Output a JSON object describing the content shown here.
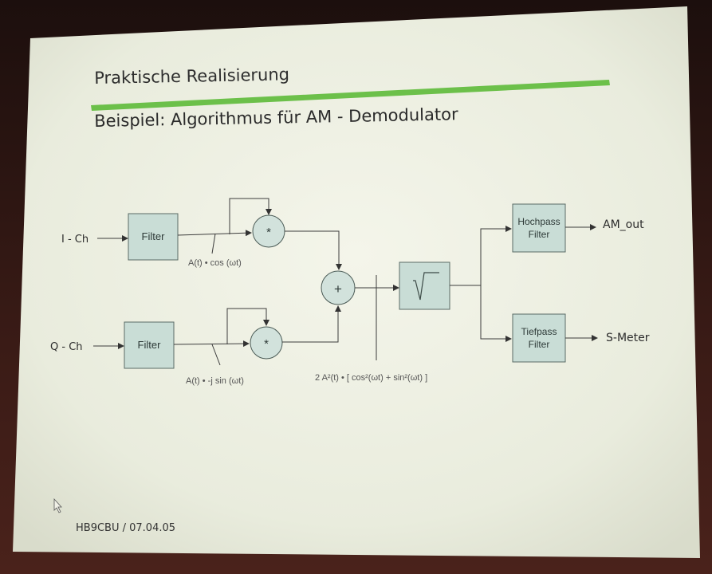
{
  "slide": {
    "title": "Praktische Realisierung",
    "subtitle": "Beispiel: Algorithmus für AM - Demodulator",
    "footer": "HB9CBU / 07.04.05",
    "accent_color": "#6cc04a"
  },
  "diagram": {
    "inputs": {
      "i": "I - Ch",
      "q": "Q - Ch"
    },
    "blocks": {
      "filter_i": "Filter",
      "filter_q": "Filter",
      "hochpass_line1": "Hochpass",
      "hochpass_line2": "Filter",
      "tiefpass_line1": "Tiefpass",
      "tiefpass_line2": "Filter"
    },
    "operators": {
      "mult_i": "*",
      "mult_q": "*",
      "sum": "+"
    },
    "annotations": {
      "i_signal": "A(t) • cos (ωt)",
      "q_signal": "A(t) • -j sin (ωt)",
      "power": "2 A²(t) • [ cos²(ωt) + sin²(ωt) ]"
    },
    "outputs": {
      "am": "AM_out",
      "smeter": "S-Meter"
    }
  }
}
